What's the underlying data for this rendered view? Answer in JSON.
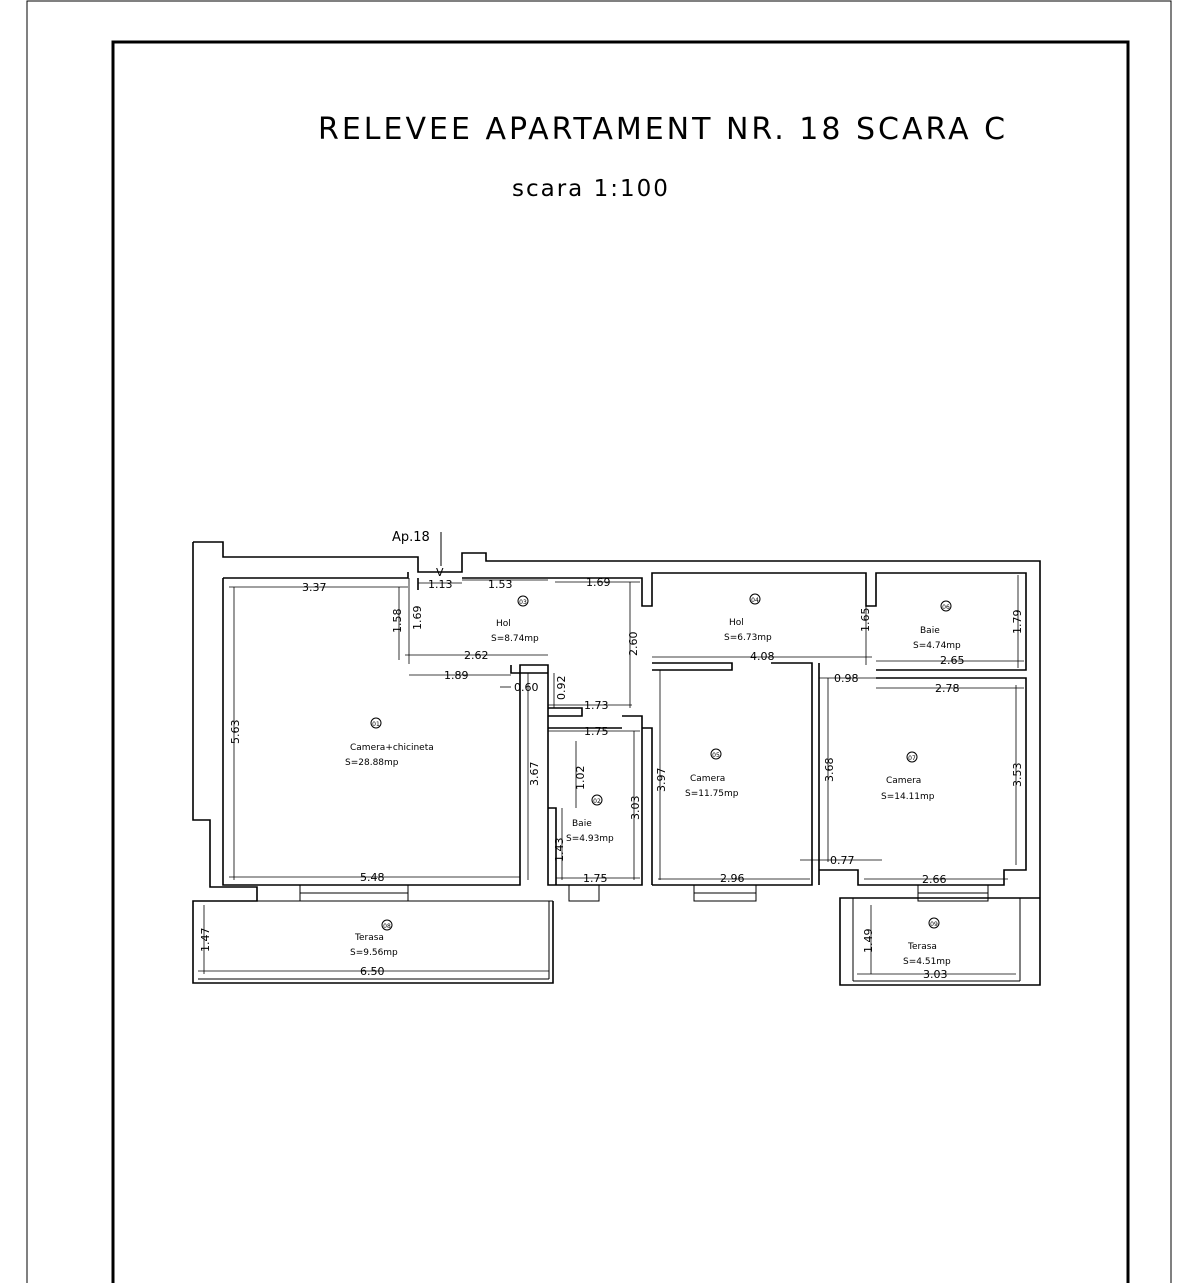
{
  "title": "RELEVEE APARTAMENT NR. 18 SCARA C",
  "scale": "scara 1:100",
  "entry_label": "Ap.18",
  "entry_arrow_glyph": "V",
  "rooms": [
    {
      "num": "01",
      "name": "Camera+chicineta",
      "area": "S=28.88mp"
    },
    {
      "num": "02",
      "name": "Baie",
      "area": "S=4.93mp"
    },
    {
      "num": "03",
      "name": "Hol",
      "area": "S=8.74mp"
    },
    {
      "num": "04",
      "name": "Hol",
      "area": "S=6.73mp"
    },
    {
      "num": "05",
      "name": "Camera",
      "area": "S=11.75mp"
    },
    {
      "num": "06",
      "name": "Baie",
      "area": "S=4.74mp"
    },
    {
      "num": "07",
      "name": "Camera",
      "area": "S=14.11mp"
    },
    {
      "num": "08",
      "name": "Terasa",
      "area": "S=9.56mp"
    },
    {
      "num": "09",
      "name": "Terasa",
      "area": "S=4.51mp"
    }
  ],
  "dimensions": [
    "3.37",
    "1.13",
    "1.53",
    "1.69",
    "1.58",
    "1.69",
    "2.62",
    "2.60",
    "1.89",
    "0.60",
    "0.92",
    "1.73",
    "1.75",
    "5.63",
    "3.67",
    "1.02",
    "3.03",
    "1.43",
    "5.48",
    "1.75",
    "4.08",
    "1.65",
    "1.79",
    "2.65",
    "0.98",
    "2.78",
    "3.97",
    "3.68",
    "3.53",
    "2.96",
    "0.77",
    "2.66",
    "1.47",
    "6.50",
    "1.49",
    "3.03"
  ]
}
